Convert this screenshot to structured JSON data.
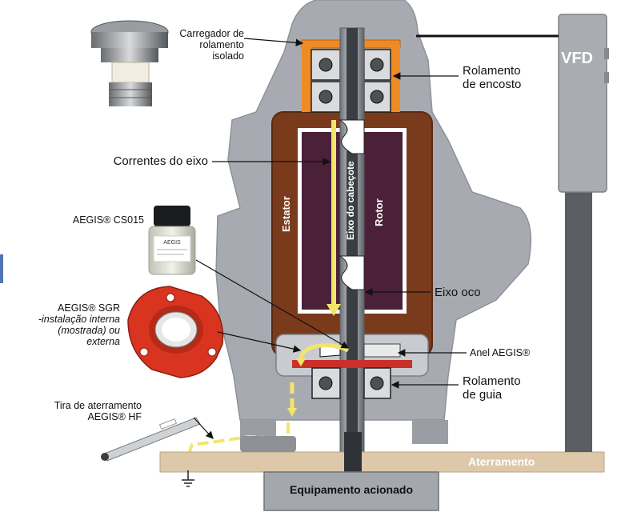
{
  "labels": {
    "insulated_carrier": [
      "Carregador de",
      "rolamento",
      "isolado"
    ],
    "thrust_bearing": [
      "Rolamento",
      "de encosto"
    ],
    "shaft_currents": "Correntes do eixo",
    "cs015": "AEGIS® CS015",
    "sgr": [
      "AEGIS® SGR",
      "-instalação interna",
      "(mostrada) ou",
      "externa"
    ],
    "ground_strap": [
      "Tira de aterramento",
      "AEGIS® HF"
    ],
    "hollow_shaft": "Eixo oco",
    "aegis_ring": "Anel AEGIS®",
    "guide_bearing": [
      "Rolamento",
      "de guia"
    ],
    "stator": "Estator",
    "head_shaft": "Eixo do cabeçote",
    "rotor": "Rotor",
    "vfd": "VFD",
    "grounding": "Aterramento",
    "driven_equipment": "Equipamento acionado",
    "jar_brand": "AEGIS"
  },
  "colors": {
    "motor_housing": "#a7abb1",
    "stator": "#7a3a1c",
    "rotor": "#4a2138",
    "carrier": "#f08a24",
    "current_arrow": "#f2e66a",
    "sgr_red": "#d8341f",
    "base": "#ddc8aa"
  }
}
